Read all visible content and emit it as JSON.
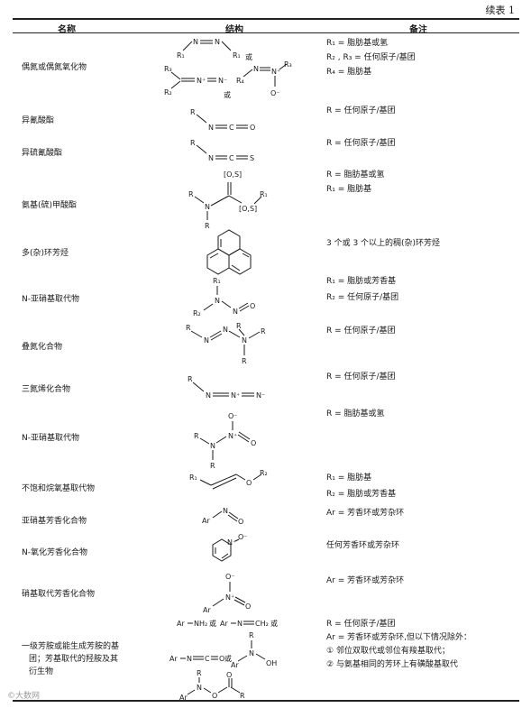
{
  "continued_label": "续表 1",
  "headers": {
    "name": "名称",
    "structure": "结构",
    "remarks": "备注"
  },
  "rows": [
    {
      "name": "偶氮或偶氮氧化物",
      "remarks": [
        "R₁ = 脂肪基或氢",
        "R₂ , R₃ = 任何原子/基团",
        "R₄ = 脂肪基"
      ]
    },
    {
      "name": "异氰酸酯",
      "remarks": [
        "R = 任何原子/基团"
      ]
    },
    {
      "name": "异硫氰酸酯",
      "remarks": [
        "R = 任何原子/基团"
      ]
    },
    {
      "name": "氨基(硫)甲酸酯",
      "remarks": [
        "R = 脂肪基或氢",
        "R₁ = 脂肪基"
      ]
    },
    {
      "name": "多(杂)环芳烃",
      "remarks": [
        "3 个或 3 个以上的稠(杂)环芳烃"
      ]
    },
    {
      "name": "N-亚硝基取代物",
      "remarks": [
        "R₁ = 脂肪或芳香基",
        "R₂ = 任何原子/基团"
      ]
    },
    {
      "name": "叠氮化合物",
      "remarks": [
        "R = 任何原子/基团"
      ]
    },
    {
      "name": "三氮烯化合物",
      "remarks": [
        "R = 任何原子/基团"
      ]
    },
    {
      "name": "N-亚硝基取代物",
      "remarks": [
        "R = 脂肪基或氢"
      ]
    },
    {
      "name": "不饱和烷氧基取代物",
      "remarks": [
        "R₁ = 脂肪基",
        "R₂ = 脂肪或芳香基"
      ]
    },
    {
      "name": "亚硝基芳香化合物",
      "remarks": [
        "Ar = 芳香环或芳杂环"
      ]
    },
    {
      "name": "N-氧化芳香化合物",
      "remarks": [
        "任何芳香环或芳杂环"
      ]
    },
    {
      "name": "硝基取代芳香化合物",
      "remarks": [
        "Ar = 芳香环或芳杂环"
      ]
    },
    {
      "name_lines": [
        "一级芳胺或能生成芳胺的基",
        "团；芳基取代的羟胺及其",
        "衍生物"
      ],
      "remarks": [
        "R = 任何原子/基团",
        "Ar = 芳香环或芳杂环,但以下情况除外：",
        "① 邻位双取代或邻位有羧基取代；",
        "② 与氨基相同的芳环上有磺酸基取代"
      ]
    }
  ],
  "struct_labels": {
    "or": "或",
    "R": "R",
    "R1": "R₁",
    "R2": "R₂",
    "R3": "R₃",
    "R4": "R₄",
    "N": "N",
    "Nplus": "N⁺",
    "Nminus": "N⁻",
    "O": "O",
    "Ominus": "O⁻",
    "C": "C",
    "S": "S",
    "OS": "[O,S]",
    "Ar": "Ar",
    "NH2": "NH₂",
    "CH2": "CH₂",
    "OH": "OH",
    "Oarom": "O"
  },
  "watermark": "©大数网"
}
